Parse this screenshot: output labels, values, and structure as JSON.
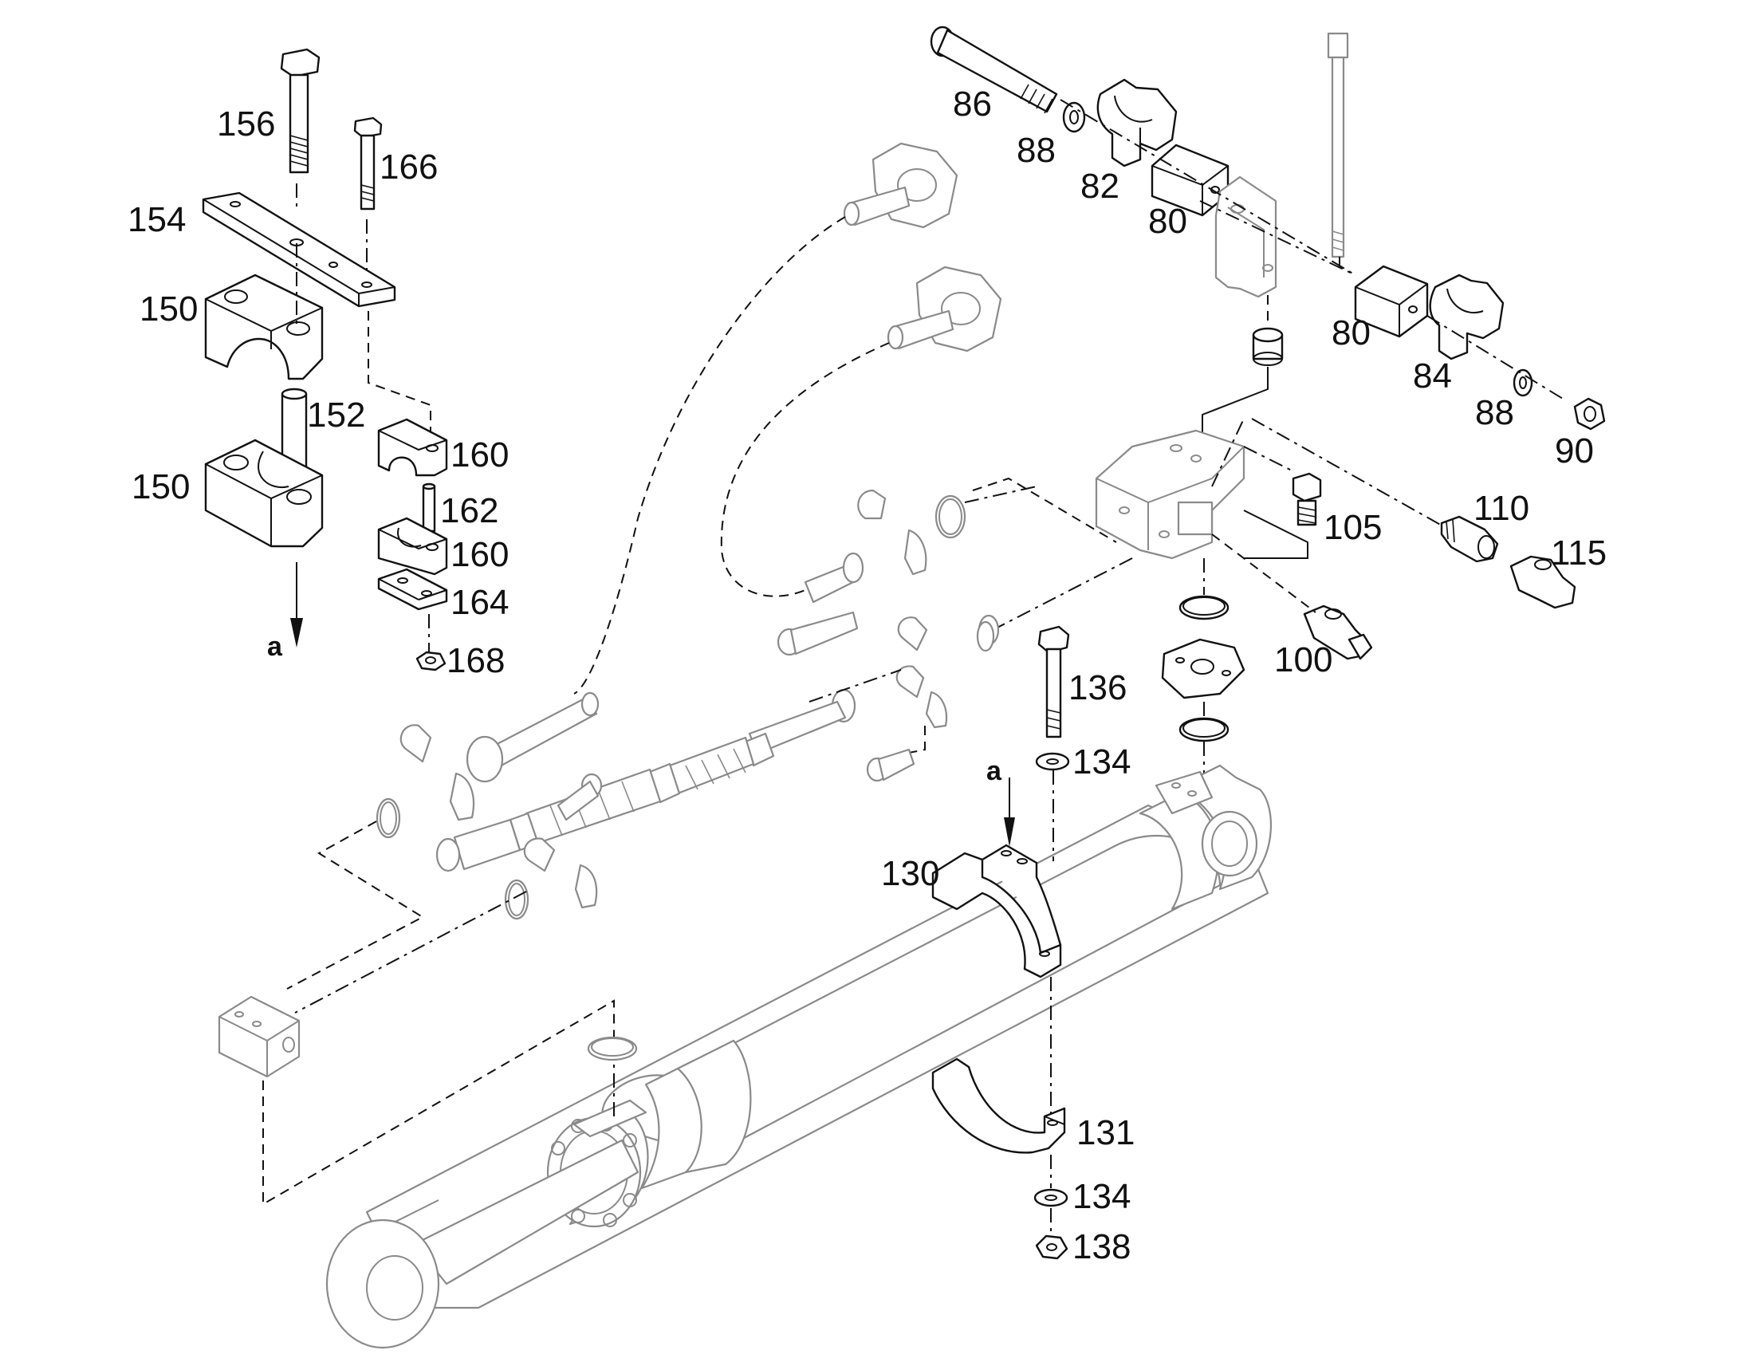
{
  "callouts": [
    {
      "id": "c156",
      "text": "156"
    },
    {
      "id": "c166",
      "text": "166"
    },
    {
      "id": "c154",
      "text": "154"
    },
    {
      "id": "c150a",
      "text": "150"
    },
    {
      "id": "c152",
      "text": "152"
    },
    {
      "id": "c150b",
      "text": "150"
    },
    {
      "id": "c160a",
      "text": "160"
    },
    {
      "id": "c162",
      "text": "162"
    },
    {
      "id": "c160b",
      "text": "160"
    },
    {
      "id": "c164",
      "text": "164"
    },
    {
      "id": "c168",
      "text": "168"
    },
    {
      "id": "ca1",
      "text": "a"
    },
    {
      "id": "c86",
      "text": "86"
    },
    {
      "id": "c88a",
      "text": "88"
    },
    {
      "id": "c82",
      "text": "82"
    },
    {
      "id": "c80a",
      "text": "80"
    },
    {
      "id": "c80b",
      "text": "80"
    },
    {
      "id": "c84",
      "text": "84"
    },
    {
      "id": "c88b",
      "text": "88"
    },
    {
      "id": "c90",
      "text": "90"
    },
    {
      "id": "c110",
      "text": "110"
    },
    {
      "id": "c105",
      "text": "105"
    },
    {
      "id": "c115",
      "text": "115"
    },
    {
      "id": "c100",
      "text": "100"
    },
    {
      "id": "c136",
      "text": "136"
    },
    {
      "id": "ca2",
      "text": "a"
    },
    {
      "id": "c134a",
      "text": "134"
    },
    {
      "id": "c130",
      "text": "130"
    },
    {
      "id": "c131",
      "text": "131"
    },
    {
      "id": "c134b",
      "text": "134"
    },
    {
      "id": "c138",
      "text": "138"
    }
  ],
  "colors": {
    "ink": "#111111",
    "light_ink": "#8a8a8a",
    "paper": "#ffffff"
  }
}
